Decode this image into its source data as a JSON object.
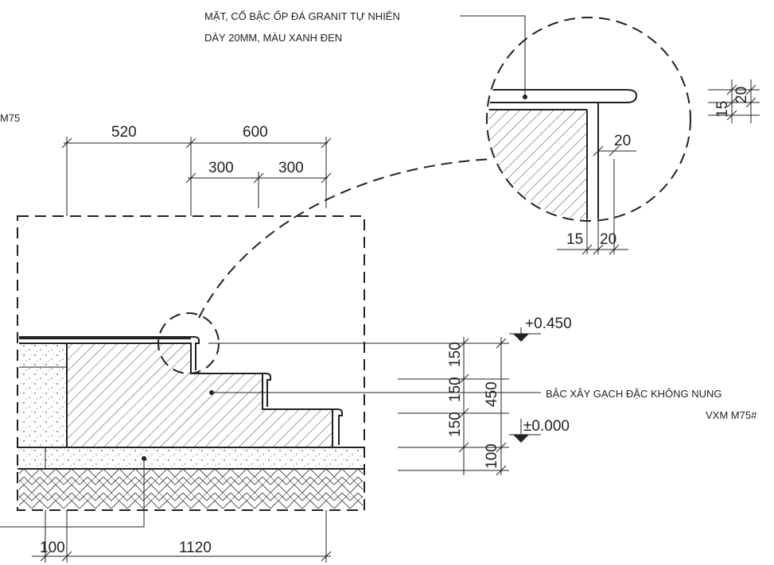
{
  "notes": {
    "finish_line1": "MẶT, CỔ BẬC ỐP ĐÁ GRANIT TỰ NHIÊN",
    "finish_line2": "DÀY 20MM, MÀU XANH ĐEN",
    "step_line1": "BẬC XÂY GẠCH ĐẶC KHÔNG NUNG",
    "step_line2": "VXM M75#",
    "left_partial": "M75"
  },
  "dimensions": {
    "top_520": "520",
    "top_600": "600",
    "top_300a": "300",
    "top_300b": "300",
    "bottom_100": "100",
    "bottom_1120": "1120",
    "right_150a": "150",
    "right_150b": "150",
    "right_150c": "150",
    "right_450": "450",
    "right_100": "100",
    "detail_15_bottom": "15",
    "detail_20_bottom": "20",
    "detail_20_side": "20",
    "detail_15_right": "15",
    "detail_20_right": "20"
  },
  "levels": {
    "top": "+0.450",
    "zero": "±0.000"
  },
  "colors": {
    "ink": "#222222",
    "paper": "#ffffff"
  }
}
